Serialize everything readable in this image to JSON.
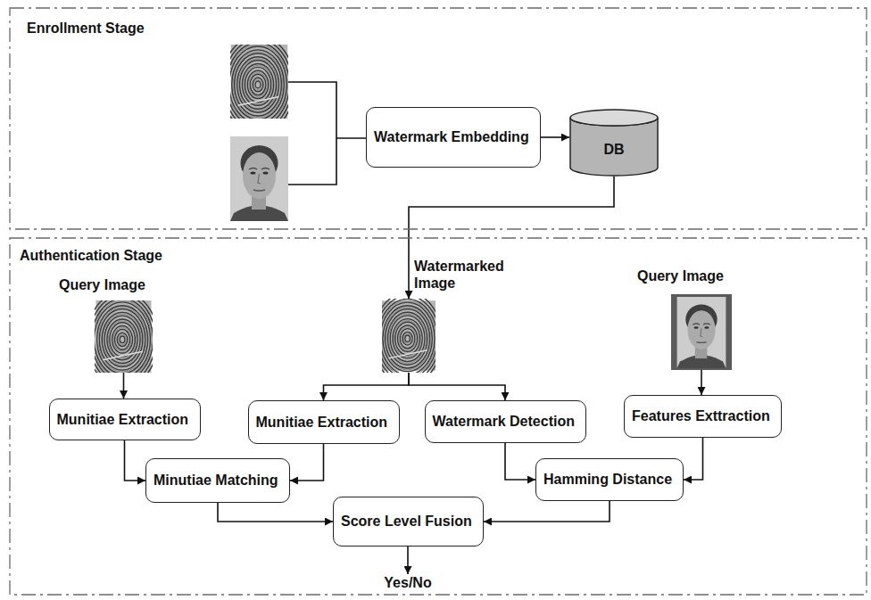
{
  "diagram": {
    "nodes": [
      {
        "text": [
          "Enrollment Stage"
        ]
      },
      {
        "text": [
          "Watermark Embedding"
        ],
        "in": 0
      },
      {
        "text": [
          "DB"
        ],
        "in": 0
      },
      {
        "text": [
          "Authentication Stage"
        ]
      },
      {
        "text": [
          "Query Image"
        ],
        "in": 3
      },
      {
        "text": [
          "Watermarked Image"
        ],
        "in": 3
      },
      {
        "text": [
          "Query Image"
        ],
        "in": 3
      },
      {
        "text": [
          "Munitiae Extraction"
        ],
        "in": 3
      },
      {
        "text": [
          "Munitiae Extraction"
        ],
        "in": 3
      },
      {
        "text": [
          "Watermark Detection"
        ],
        "in": 3
      },
      {
        "text": [
          "Features Exttraction"
        ],
        "in": 3
      },
      {
        "text": [
          "Minutiae Matching"
        ],
        "in": 3
      },
      {
        "text": [
          "Hamming Distance"
        ],
        "in": 3
      },
      {
        "text": [
          "Score Level Fusion"
        ],
        "in": 3
      }
    ],
    "edges": [
      {
        "from": 1,
        "to": 2,
        "arrow": "to"
      },
      {
        "from": 2,
        "to": 5,
        "arrow": "to"
      },
      {
        "from": 4,
        "to": 7,
        "arrow": "to"
      },
      {
        "from": 5,
        "to": 8,
        "arrow": "to"
      },
      {
        "from": 5,
        "to": 9,
        "arrow": "to"
      },
      {
        "from": 6,
        "to": 10,
        "arrow": "to"
      },
      {
        "from": 7,
        "to": 11,
        "arrow": "to"
      },
      {
        "from": 8,
        "to": 11,
        "arrow": "to"
      },
      {
        "from": 9,
        "to": 12,
        "arrow": "to"
      },
      {
        "from": 10,
        "to": 12,
        "arrow": "to"
      },
      {
        "from": 11,
        "to": 13,
        "arrow": "to"
      },
      {
        "from": 12,
        "to": 13,
        "arrow": "to"
      }
    ],
    "labels": [
      "Yes/No"
    ]
  }
}
